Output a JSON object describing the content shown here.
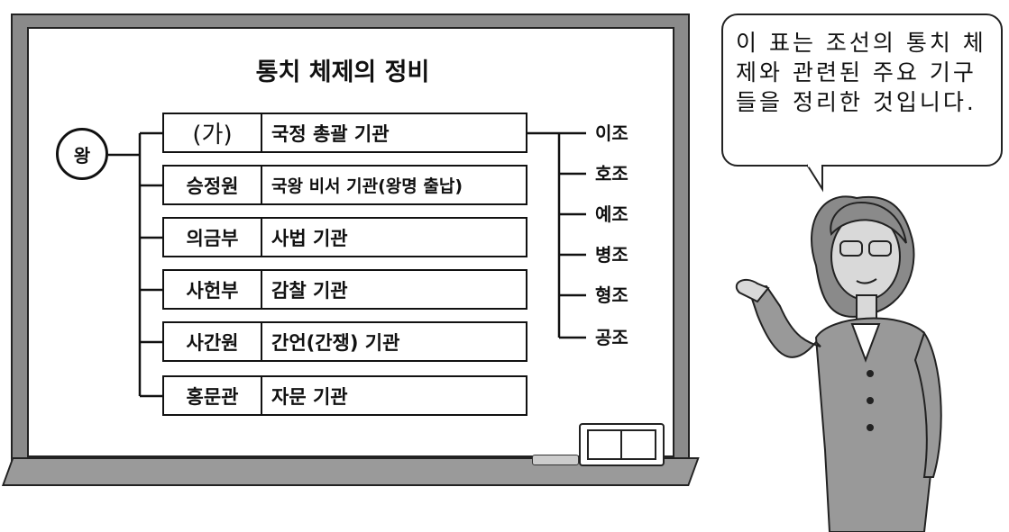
{
  "title": "통치 체제의 정비",
  "king": "왕",
  "rows": [
    {
      "name": "(가)",
      "desc": "국정 총괄 기관"
    },
    {
      "name": "승정원",
      "desc": "국왕 비서 기관(왕명 출납)"
    },
    {
      "name": "의금부",
      "desc": "사법 기관"
    },
    {
      "name": "사헌부",
      "desc": "감찰 기관"
    },
    {
      "name": "사간원",
      "desc": "간언(간쟁) 기관"
    },
    {
      "name": "홍문관",
      "desc": "자문 기관"
    }
  ],
  "six_ministries": [
    "이조",
    "호조",
    "예조",
    "병조",
    "형조",
    "공조"
  ],
  "speech": "이 표는 조선의 통치 체제와 관련된 주요 기구들을 정리한 것입니다."
}
